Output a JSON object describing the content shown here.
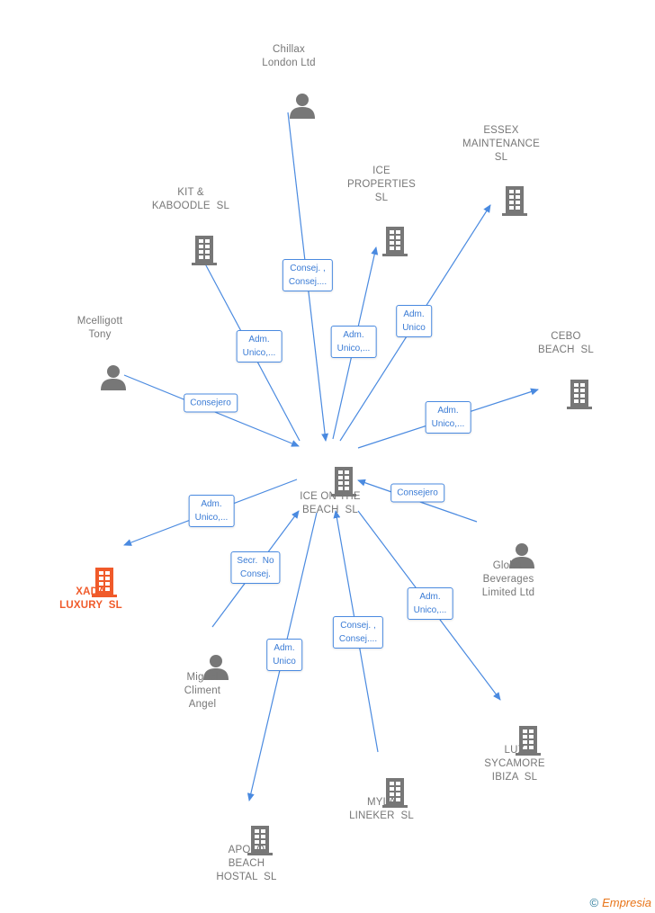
{
  "colors": {
    "edge": "#4a8ae0",
    "node": "#777777",
    "highlight": "#f05a2a"
  },
  "nodes": [
    {
      "id": "center",
      "label": "ICE ON THE\nBEACH  SL",
      "type": "company"
    },
    {
      "id": "chillax",
      "label": "Chillax\nLondon Ltd",
      "type": "person"
    },
    {
      "id": "iceprop",
      "label": "ICE\nPROPERTIES\nSL",
      "type": "company"
    },
    {
      "id": "essex",
      "label": "ESSEX\nMAINTENANCE\nSL",
      "type": "company"
    },
    {
      "id": "kit",
      "label": "KIT &\nKABOODLE  SL",
      "type": "company"
    },
    {
      "id": "mcell",
      "label": "Mcelligott\nTony",
      "type": "person"
    },
    {
      "id": "cebo",
      "label": "CEBO\nBEACH  SL",
      "type": "company"
    },
    {
      "id": "global",
      "label": "Global\nBeverages\nLimited Ltd",
      "type": "person"
    },
    {
      "id": "xada",
      "label": "XADA\nLUXURY  SL",
      "type": "company",
      "highlight": true
    },
    {
      "id": "miguel",
      "label": "Miguel\nCliment\nAngel",
      "type": "person"
    },
    {
      "id": "apolo",
      "label": "APOLO\nBEACH\nHOSTAL  SL",
      "type": "company"
    },
    {
      "id": "myla",
      "label": "MYLA\nLINEKER  SL",
      "type": "company"
    },
    {
      "id": "lux",
      "label": "LUX\nSYCAMORE\nIBIZA  SL",
      "type": "company"
    }
  ],
  "edges": [
    {
      "from": "chillax",
      "to": "center",
      "label": "Consej. ,\nConsej...."
    },
    {
      "from": "center",
      "to": "iceprop",
      "label": "Adm.\nUnico,..."
    },
    {
      "from": "center",
      "to": "essex",
      "label": "Adm.\nUnico"
    },
    {
      "from": "center",
      "to": "kit",
      "label": "Adm.\nUnico,..."
    },
    {
      "from": "mcell",
      "to": "center",
      "label": "Consejero"
    },
    {
      "from": "center",
      "to": "cebo",
      "label": "Adm.\nUnico,..."
    },
    {
      "from": "global",
      "to": "center",
      "label": "Consejero"
    },
    {
      "from": "center",
      "to": "xada",
      "label": "Adm.\nUnico,..."
    },
    {
      "from": "miguel",
      "to": "center",
      "label": "Secr.  No\nConsej."
    },
    {
      "from": "center",
      "to": "apolo",
      "label": "Adm.\nUnico"
    },
    {
      "from": "myla",
      "to": "center",
      "label": "Consej. ,\nConsej...."
    },
    {
      "from": "center",
      "to": "lux",
      "label": "Adm.\nUnico,..."
    }
  ],
  "footer": {
    "copyright": "©",
    "brand": "Empresia"
  }
}
